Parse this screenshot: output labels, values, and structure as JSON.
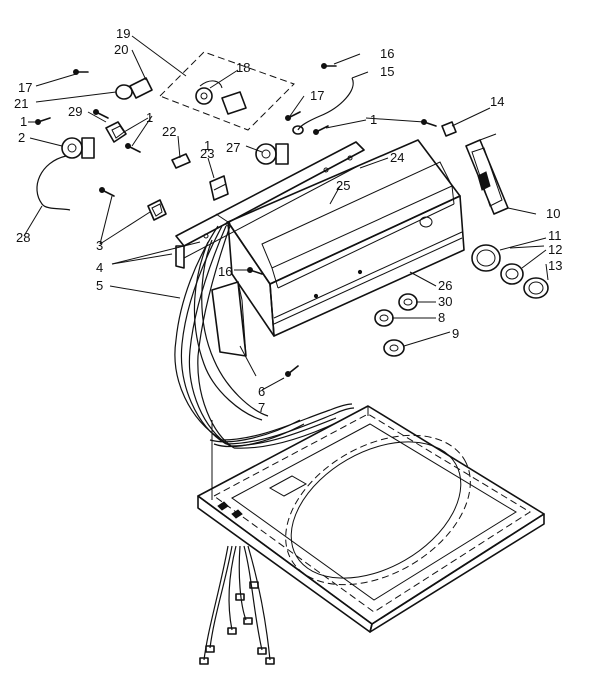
{
  "diagram": {
    "callouts": [
      {
        "id": "c1a",
        "text": "1"
      },
      {
        "id": "c1b",
        "text": "1"
      },
      {
        "id": "c1c",
        "text": "1"
      },
      {
        "id": "c2",
        "text": "2"
      },
      {
        "id": "c3",
        "text": "3"
      },
      {
        "id": "c4",
        "text": "4"
      },
      {
        "id": "c5",
        "text": "5"
      },
      {
        "id": "c6",
        "text": "6"
      },
      {
        "id": "c7",
        "text": "7"
      },
      {
        "id": "c8",
        "text": "8"
      },
      {
        "id": "c9",
        "text": "9"
      },
      {
        "id": "c10",
        "text": "10"
      },
      {
        "id": "c11",
        "text": "11"
      },
      {
        "id": "c12",
        "text": "12"
      },
      {
        "id": "c13",
        "text": "13"
      },
      {
        "id": "c14",
        "text": "14"
      },
      {
        "id": "c15",
        "text": "15"
      },
      {
        "id": "c16a",
        "text": "16"
      },
      {
        "id": "c16b",
        "text": "16"
      },
      {
        "id": "c17a",
        "text": "17"
      },
      {
        "id": "c17b",
        "text": "17"
      },
      {
        "id": "c18",
        "text": "18"
      },
      {
        "id": "c19",
        "text": "19"
      },
      {
        "id": "c20",
        "text": "20"
      },
      {
        "id": "c21",
        "text": "21"
      },
      {
        "id": "c22",
        "text": "22"
      },
      {
        "id": "c23",
        "text": "23"
      },
      {
        "id": "c24",
        "text": "24"
      },
      {
        "id": "c25",
        "text": "25"
      },
      {
        "id": "c26",
        "text": "26"
      },
      {
        "id": "c27",
        "text": "27"
      },
      {
        "id": "c28",
        "text": "28"
      },
      {
        "id": "c29",
        "text": "29"
      },
      {
        "id": "c30",
        "text": "30"
      }
    ]
  }
}
